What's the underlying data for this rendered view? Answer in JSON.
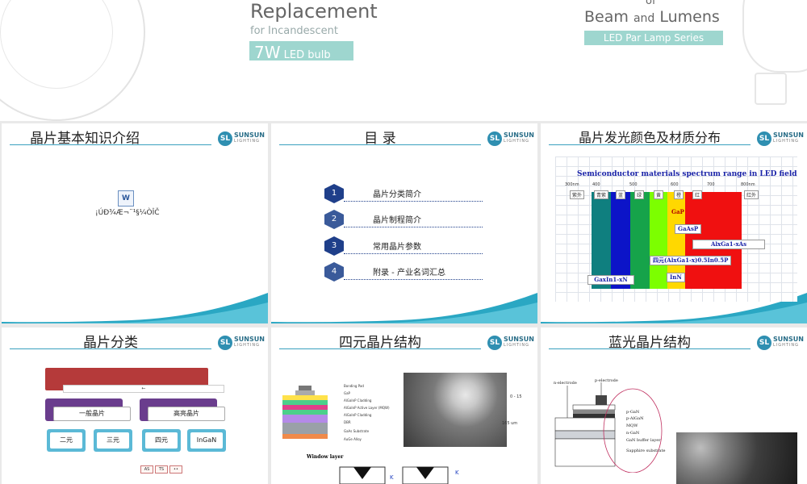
{
  "banner": {
    "title": "Replacement",
    "subtitle": "for Incandescent",
    "badge_big": "7W",
    "badge_small": "LED bulb",
    "right_of": "of",
    "right_beam": "Beam",
    "right_and": "and",
    "right_lumens": "Lumens",
    "right_series": "LED Par Lamp Series"
  },
  "logo": {
    "name": "SUNSUN",
    "sub": "LIGHTING",
    "mark": "SL"
  },
  "slides": {
    "s1": {
      "title": "晶片基本知识介绍",
      "doc_icon": "W",
      "doc_caption": "¡ÚÐ¾Æ¬¨¹§¼ÒÎČ"
    },
    "s2": {
      "title": "目    录",
      "items": [
        {
          "num": "1",
          "label": "晶片分类简介"
        },
        {
          "num": "2",
          "label": "晶片制程简介"
        },
        {
          "num": "3",
          "label": "常用晶片参数"
        },
        {
          "num": "4",
          "label": "附录 - 产业名词汇总"
        }
      ]
    },
    "s3": {
      "title": "晶片发光颜色及材质分布",
      "spectrum_title": "Semiconductor materials spectrum range in LED field",
      "ticks": [
        "300nm",
        "400",
        "500",
        "600",
        "700",
        "800nm"
      ],
      "color_names": [
        "紫外",
        "青紫",
        "蓝",
        "绿",
        "黄",
        "橙",
        "红",
        "红外"
      ],
      "materials": [
        "GaP",
        "GaAsP",
        "AlxGa1-xAs",
        "四元(AlxGa1-x)0.5In0.5P",
        "InN",
        "GaxIn1-xN"
      ]
    },
    "s4": {
      "title": "晶片分类",
      "top_bar_text": "←",
      "groups": [
        "一般晶片",
        "高亮晶片"
      ],
      "leaves": [
        "二元",
        "三元",
        "四元",
        "InGaN"
      ],
      "tags": [
        "AS",
        "TS",
        "••"
      ]
    },
    "s5": {
      "title": "四元晶片结构",
      "layers": [
        "Bonding Pad",
        "GaP",
        "AlGaInP Cladding",
        "AlGaInP Active Layer (MQW)",
        "AlGaInP Cladding",
        "DBR",
        "GaAs Substrate",
        "AuGe Alloy"
      ],
      "window_label": "Window layer",
      "sem_note_1": "0 - 15",
      "sem_note_2": "165 um",
      "k_label": "K"
    },
    "s6": {
      "title": "蓝光晶片结构",
      "n_electrode": "n-electrode",
      "p_electrode": "p-electrode",
      "layers": [
        "p-GaN",
        "p-AlGaN",
        "MQW",
        "n-GaN",
        "GaN buffer layer",
        "Sapphire substrate"
      ]
    }
  },
  "colors": {
    "rule": "#3aa0bf",
    "teal": "#9ed6cf",
    "wave": "#2aa7c3",
    "navy": "#1f3f8a"
  }
}
